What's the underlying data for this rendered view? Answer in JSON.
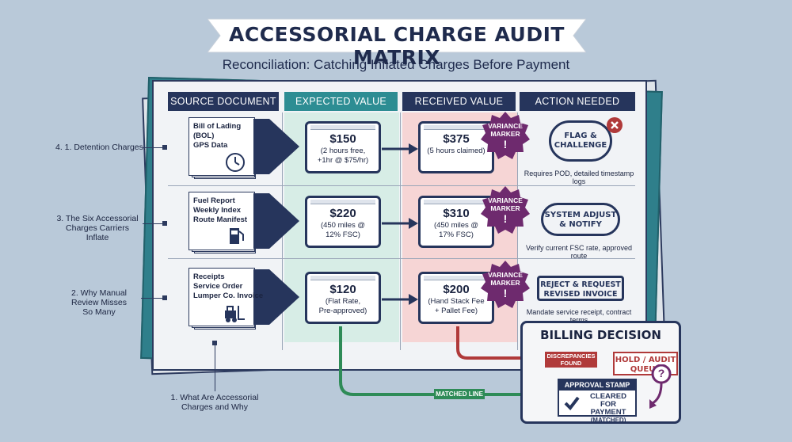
{
  "header": {
    "title": "ACCESSORIAL CHARGE AUDIT MATRIX",
    "subtitle": "Reconciliation: Catching Inflated Charges Before Payment"
  },
  "columns": [
    "SOURCE DOCUMENT",
    "EXPECTED VALUE",
    "RECEIVED VALUE",
    "ACTION NEEDED"
  ],
  "rows": [
    {
      "side_label": "4. 1. Detention Charges.",
      "doc_lines": [
        "Bill of Lading",
        "(BOL)",
        "GPS Data"
      ],
      "doc_icon": "clock-icon",
      "expected_amount": "$150",
      "expected_note": [
        "(2 hours free,",
        "+1hr @ $75/hr)"
      ],
      "received_amount": "$375",
      "received_note": [
        "(5 hours claimed)"
      ],
      "action_stamp": [
        "FLAG &",
        "CHALLENGE"
      ],
      "action_note": "Requires POD, detailed timestamp logs"
    },
    {
      "side_label": [
        "3. The Six Accessorial",
        "Charges Carriers",
        "Inflate"
      ],
      "doc_lines": [
        "Fuel Report",
        "Weekly Index",
        "Route Manifest"
      ],
      "doc_icon": "fuel-pump-icon",
      "expected_amount": "$220",
      "expected_note": [
        "(450 miles @",
        "12% FSC)"
      ],
      "received_amount": "$310",
      "received_note": [
        "(450 miles @",
        "17% FSC)"
      ],
      "action_stamp": [
        "SYSTEM ADJUST",
        "& NOTIFY"
      ],
      "action_note": "Verify current FSC rate, approved route"
    },
    {
      "side_label": [
        "2. Why Manual",
        "Review Misses",
        "So Many"
      ],
      "doc_lines": [
        "Receipts",
        "Service Order",
        "Lumper Co. Invoice"
      ],
      "doc_icon": "forklift-icon",
      "expected_amount": "$120",
      "expected_note": [
        "(Flat Rate,",
        "Pre-approved)"
      ],
      "received_amount": "$200",
      "received_note": [
        "(Hand Stack Fee",
        "+ Pallet Fee)"
      ],
      "action_stamp": [
        "REJECT & REQUEST",
        "REVISED INVOICE"
      ],
      "action_note": "Mandate service receipt, contract terms"
    }
  ],
  "variance_marker": [
    "VARIANCE",
    "MARKER",
    "!"
  ],
  "bottom_label": [
    "1. What Are Accessorial",
    "Charges and Why"
  ],
  "billing": {
    "title": "BILLING DECISION",
    "discrepancies": [
      "DISCREPANCIES",
      "FOUND"
    ],
    "hold": [
      "HOLD / AUDIT",
      "QUEUE"
    ],
    "approval_head": "APPROVAL STAMP",
    "approval_body": [
      "CLEARED FOR",
      "PAYMENT",
      "(MATCHED)"
    ],
    "matched_line": "MATCHED LINE",
    "question": "?"
  },
  "colors": {
    "navy": "#26355c",
    "teal": "#2d8d93",
    "green_band": "#d7ede6",
    "red_band": "#f6d5d5",
    "marker_purple": "#6e2a6e",
    "flag_red": "#b03a3a",
    "matched_green": "#2e8b57"
  }
}
